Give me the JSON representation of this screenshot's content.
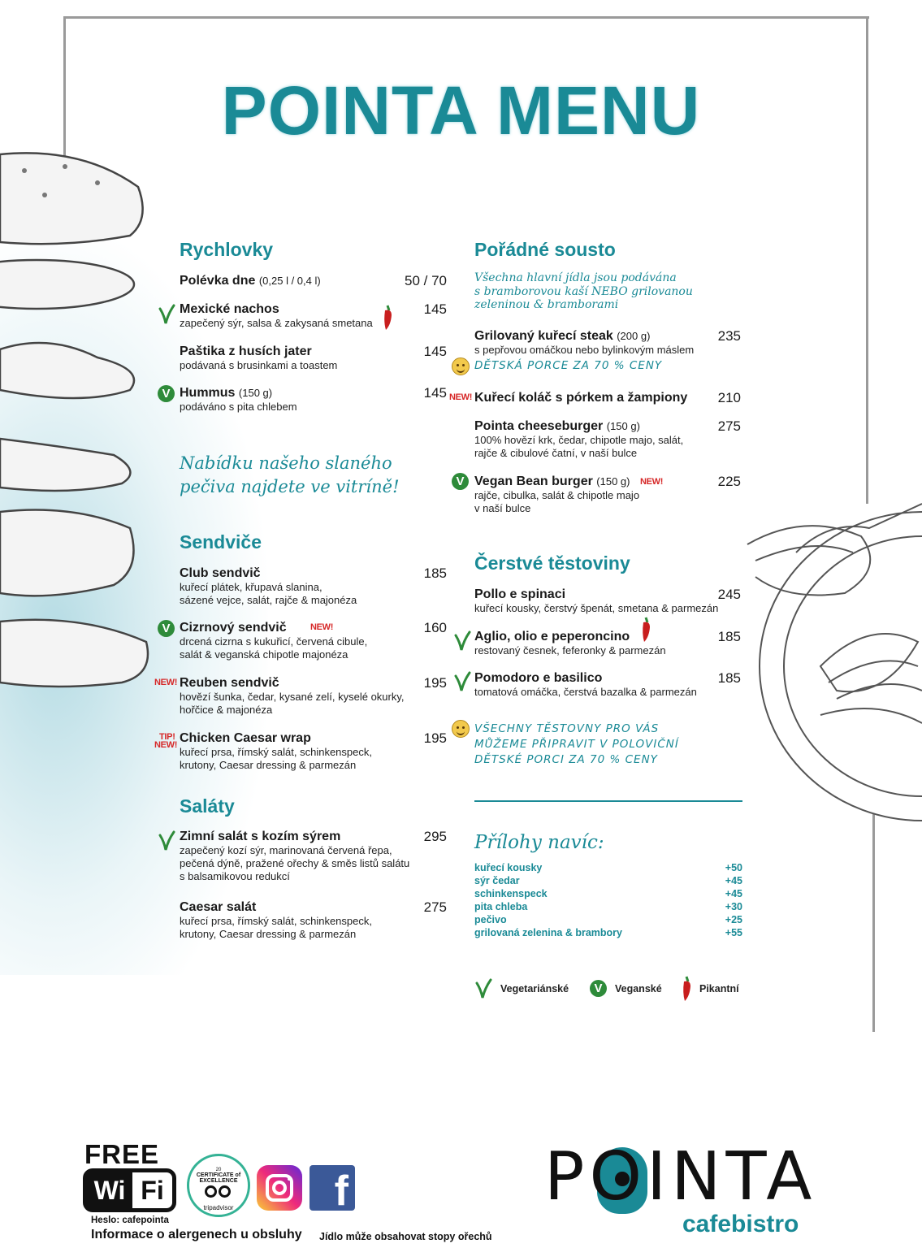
{
  "title": "POINTA MENU",
  "sections": {
    "rychlovky": "Rychlovky",
    "sendvice": "Sendviče",
    "salaty": "Saláty",
    "poradne": "Pořádné sousto",
    "testoviny": "Čerstvé těstoviny"
  },
  "items": {
    "polevka": {
      "name": "Polévka dne",
      "size": "(0,25 l / 0,4 l)",
      "price": "50 / 70",
      "desc": ""
    },
    "nachos": {
      "name": "Mexické nachos",
      "price": "145",
      "desc": "zapečený sýr, salsa & zakysaná smetana"
    },
    "pastika": {
      "name": "Paštika z husích jater",
      "price": "145",
      "desc": "podávaná s brusinkami a toastem"
    },
    "hummus": {
      "name": "Hummus",
      "size": "(150 g)",
      "price": "145",
      "desc": "podáváno s pita chlebem"
    },
    "club": {
      "name": "Club sendvič",
      "price": "185",
      "desc1": "kuřecí plátek, křupavá slanina,",
      "desc2": "sázené vejce, salát, rajče & majonéza"
    },
    "cizrna": {
      "name": "Cizrnový sendvič",
      "price": "160",
      "desc1": "drcená cizrna s kukuřicí, červená cibule,",
      "desc2": "salát & veganská chipotle majonéza"
    },
    "reuben": {
      "name": "Reuben sendvič",
      "price": "195",
      "desc1": "hovězí šunka, čedar, kysané zelí, kyselé okurky,",
      "desc2": "hořčice & majonéza"
    },
    "wrap": {
      "name": "Chicken Caesar wrap",
      "price": "195",
      "desc1": "kuřecí prsa, římský salát, schinkenspeck,",
      "desc2": "krutony, Caesar dressing & parmezán"
    },
    "zimni": {
      "name": "Zimní salát s kozím sýrem",
      "price": "295",
      "desc1": "zapečený kozí sýr, marinovaná červená řepa,",
      "desc2": "pečená dýně, pražené ořechy & směs listů salátu",
      "desc3": "s balsamikovou redukcí"
    },
    "caesar": {
      "name": "Caesar salát",
      "price": "275",
      "desc1": "kuřecí prsa, římský salát, schinkenspeck,",
      "desc2": "krutony, Caesar dressing & parmezán"
    },
    "steak": {
      "name": "Grilovaný kuřecí steak",
      "size": "(200 g)",
      "price": "235",
      "desc": "s pepřovou omáčkou nebo bylinkovým máslem"
    },
    "kolac": {
      "name": "Kuřecí koláč s pórkem a žampiony",
      "price": "210"
    },
    "cheeseburger": {
      "name": "Pointa cheeseburger",
      "size": "(150 g)",
      "price": "275",
      "desc1": "100% hovězí krk, čedar, chipotle majo, salát,",
      "desc2": "rajče & cibulové čatní, v naší bulce"
    },
    "vegan": {
      "name": "Vegan Bean burger",
      "size": "(150 g)",
      "price": "225",
      "desc1": "rajče, cibulka, salát & chipotle majo",
      "desc2": "v naší bulce"
    },
    "pollo": {
      "name": "Pollo e spinaci",
      "price": "245",
      "desc": "kuřecí kousky, čerstvý špenát, smetana & parmezán"
    },
    "aglio": {
      "name": "Aglio, olio e peperoncino",
      "price": "185",
      "desc": "restovaný česnek, feferonky & parmezán"
    },
    "pomodoro": {
      "name": "Pomodoro e basilico",
      "price": "185",
      "desc": "tomatová omáčka, čerstvá bazalka & parmezán"
    }
  },
  "badges": {
    "new": "NEW!",
    "tip": "TIP!"
  },
  "notes": {
    "pecivo1": "Nabídku našeho slaného",
    "pecivo2": "pečiva najdete ve vitríně!",
    "hlavni1": "Všechna hlavní jídla jsou podávána",
    "hlavni2": "s bramborovou kaší NEBO grilovanou",
    "hlavni3": "zeleninou & bramborami",
    "detska": "DĚTSKÁ PORCE ZA 70 % CENY",
    "testoviny1": "VŠECHNY TĚSTOVNY PRO VÁS",
    "testoviny2": "MŮŽEME PŘIPRAVIT V POLOVIČNÍ",
    "testoviny3": "DĚTSKÉ PORCI ZA 70 % CENY"
  },
  "extras": {
    "title": "Přílohy navíc:",
    "rows": [
      {
        "name": "kuřecí kousky",
        "price": "+50"
      },
      {
        "name": "sýr čedar",
        "price": "+45"
      },
      {
        "name": "schinkenspeck",
        "price": "+45"
      },
      {
        "name": "pita chleba",
        "price": "+30"
      },
      {
        "name": "pečivo",
        "price": "+25"
      },
      {
        "name": "grilovaná zelenina & brambory",
        "price": "+55"
      }
    ]
  },
  "legend": {
    "veg": "Vegetariánské",
    "vegan": "Veganské",
    "spicy": "Pikantní",
    "vegan_letter": "V"
  },
  "footer": {
    "wifi_free": "FREE",
    "wifi_wi": "Wi",
    "wifi_fi": "Fi",
    "wifi_password": "Heslo: cafepointa",
    "allergens": "Informace o alergenech u obsluhy",
    "nuts": "Jídlo může obsahovat stopy ořechů",
    "ta_small": "20",
    "ta_cert": "CERTIFICATE of EXCELLENCE",
    "ta_name": "tripadvisor",
    "fb_letter": "f"
  },
  "brand": {
    "name": "POINTA",
    "sub": "cafebistro"
  },
  "colors": {
    "accent": "#1a8a96",
    "vegan_green": "#2e8b3a",
    "new_red": "#d62828"
  }
}
